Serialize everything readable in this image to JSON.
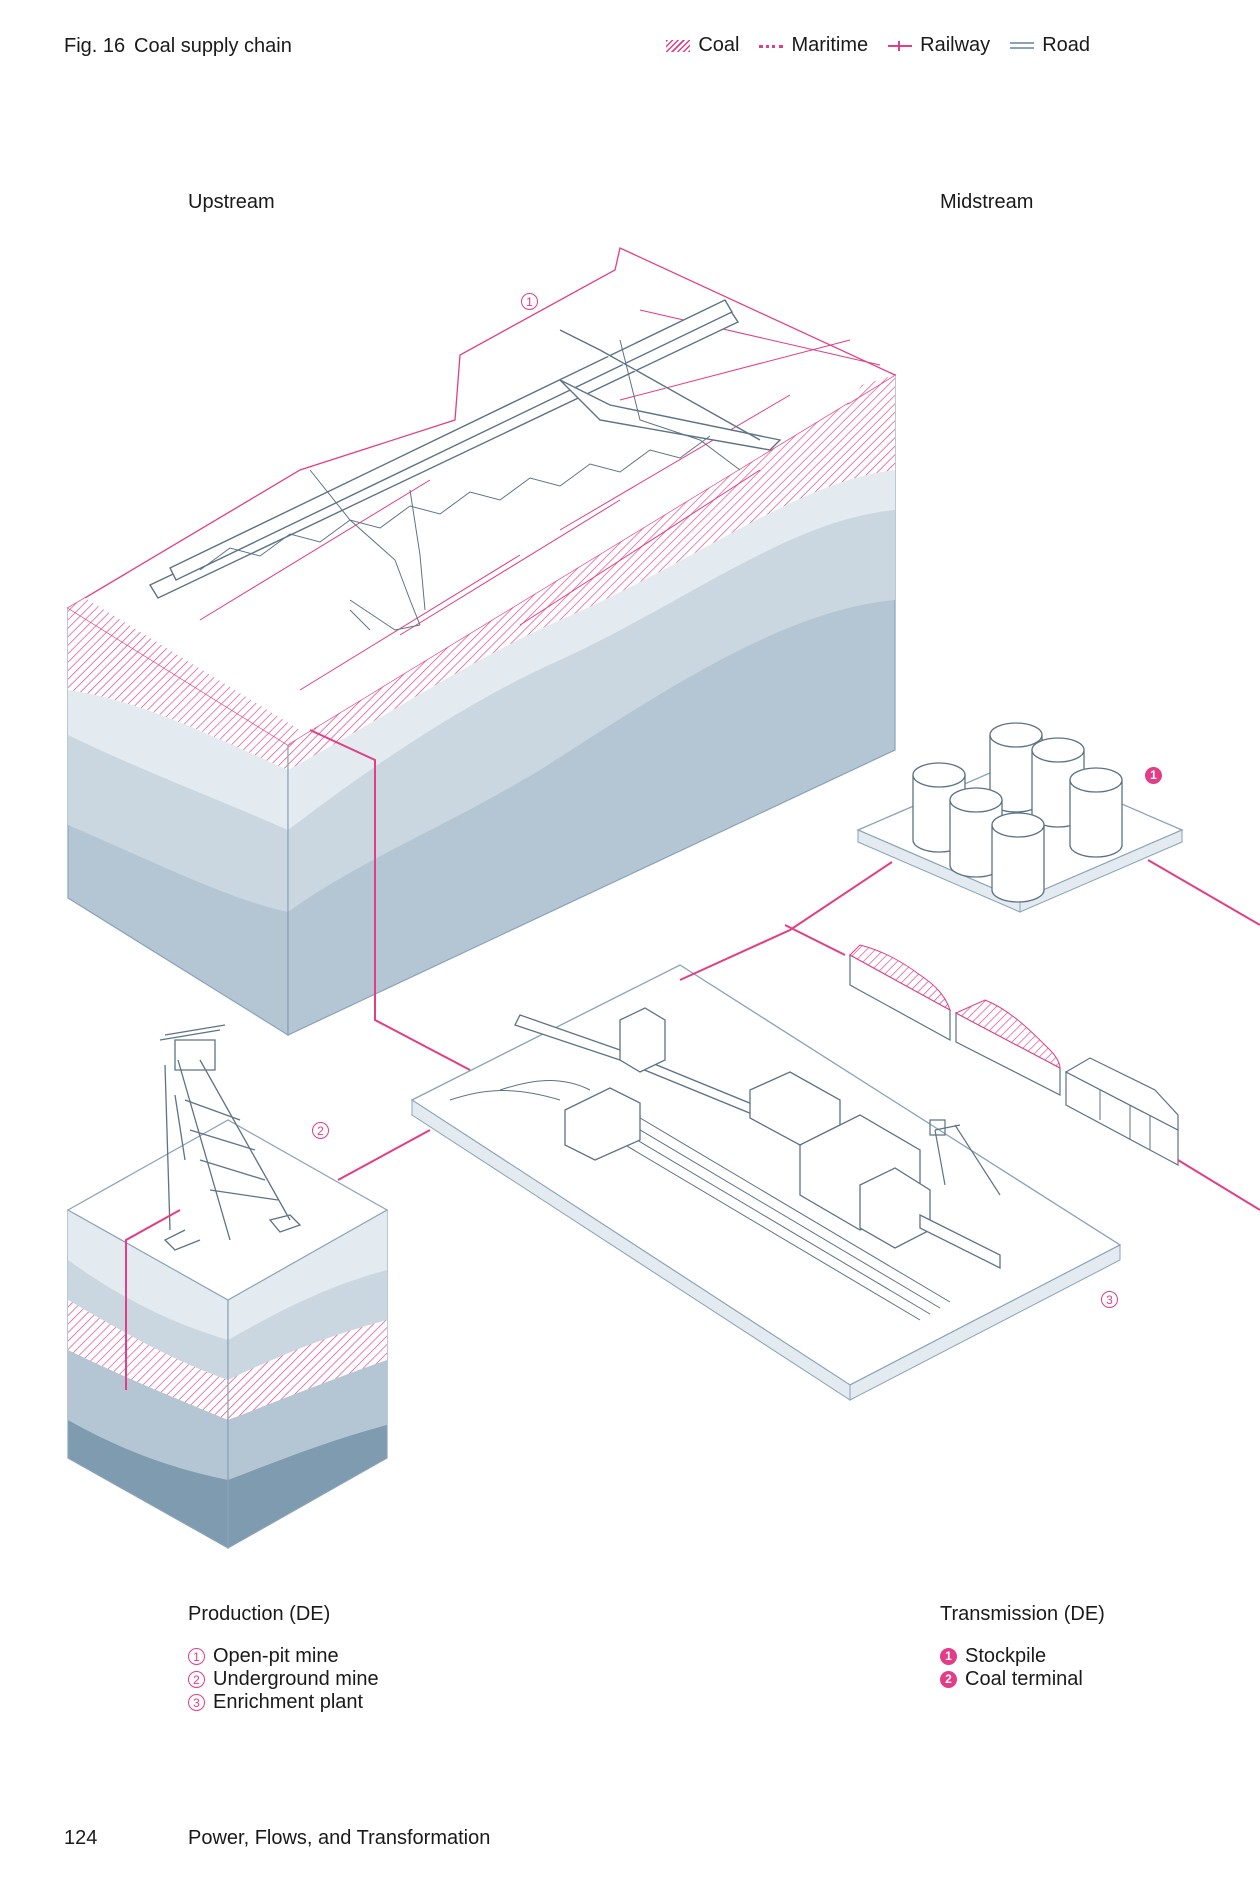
{
  "header": {
    "figure_number": "Fig. 16",
    "title": "Coal supply chain"
  },
  "legend": {
    "items": [
      {
        "label": "Coal",
        "icon": "coal-hatch-swatch"
      },
      {
        "label": "Maritime",
        "icon": "maritime-dotted-line"
      },
      {
        "label": "Railway",
        "icon": "railway-line"
      },
      {
        "label": "Road",
        "icon": "road-double-line"
      }
    ]
  },
  "sections": {
    "upstream": "Upstream",
    "midstream": "Midstream"
  },
  "callouts": {
    "open_pit": "1",
    "underground": "2",
    "enrichment": "3",
    "stockpile": "1"
  },
  "production": {
    "title": "Production (DE)",
    "items": [
      {
        "marker": "1",
        "label": "Open-pit mine"
      },
      {
        "marker": "2",
        "label": "Underground mine"
      },
      {
        "marker": "3",
        "label": "Enrichment plant"
      }
    ]
  },
  "transmission": {
    "title": "Transmission (DE)",
    "items": [
      {
        "marker": "1",
        "label": "Stockpile"
      },
      {
        "marker": "2",
        "label": "Coal terminal"
      }
    ]
  },
  "footer": {
    "page_number": "124",
    "chapter": "Power, Flows, and Transformation"
  },
  "colors": {
    "coal_pink": "#e23d86",
    "road_blue": "#8aa3b8",
    "stratum_1": "#e4ebf0",
    "stratum_2": "#cbd7e0",
    "stratum_3": "#b4c6d3",
    "stratum_4": "#7f9bb0"
  }
}
